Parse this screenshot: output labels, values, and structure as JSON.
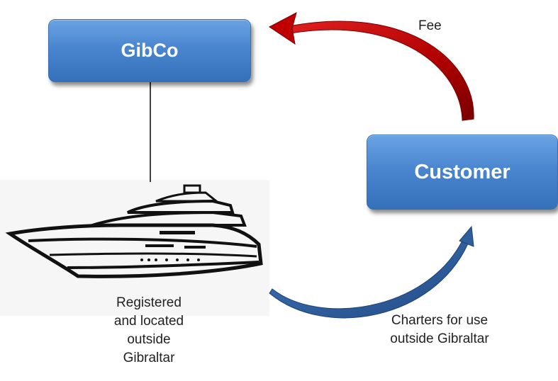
{
  "nodes": {
    "gibco": "GibCo",
    "customer": "Customer"
  },
  "labels": {
    "fee": "Fee",
    "ship_caption": [
      "Registered",
      "and located",
      "outside",
      "Gibraltar"
    ],
    "charter_caption": [
      "Charters for use",
      "outside Gibraltar"
    ]
  },
  "colors": {
    "box_fill": "#4a86d0",
    "fee_arrow": "#c00000",
    "charter_arrow": "#2e5e9c",
    "connector": "#000000"
  },
  "icons": {
    "vessel": "yacht-icon"
  }
}
